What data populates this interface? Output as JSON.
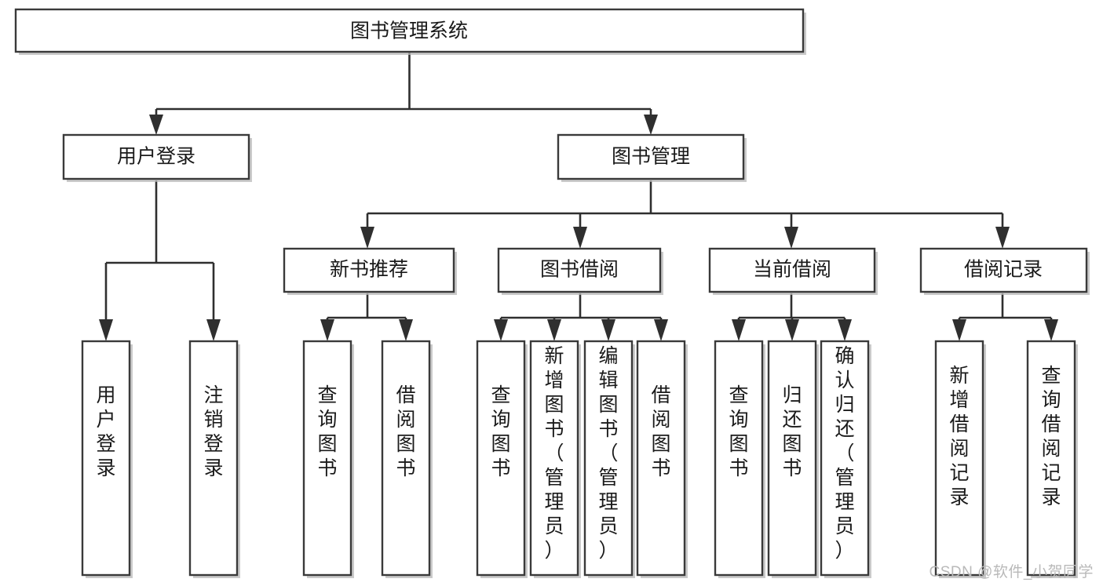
{
  "diagram": {
    "type": "tree",
    "title": "图书管理系统",
    "watermark": "CSDN @软件_小贺同学",
    "colors": {
      "box_stroke": "#3a3a3a",
      "connector": "#2f2f2f",
      "background": "#ffffff",
      "text": "#1a1a1a",
      "watermark": "#b9b9b9"
    },
    "nodes": {
      "root": {
        "label": "图书管理系统",
        "orientation": "horizontal",
        "level": 1
      },
      "l2": [
        {
          "id": "user-login",
          "label": "用户登录",
          "orientation": "horizontal",
          "level": 2
        },
        {
          "id": "book-manage",
          "label": "图书管理",
          "orientation": "horizontal",
          "level": 2
        }
      ],
      "l3": [
        {
          "id": "new-book-recommend",
          "label": "新书推荐",
          "orientation": "horizontal",
          "level": 3,
          "parent": "book-manage"
        },
        {
          "id": "book-borrow",
          "label": "图书借阅",
          "orientation": "horizontal",
          "level": 3,
          "parent": "book-manage"
        },
        {
          "id": "current-borrow",
          "label": "当前借阅",
          "orientation": "horizontal",
          "level": 3,
          "parent": "book-manage"
        },
        {
          "id": "borrow-record",
          "label": "借阅记录",
          "orientation": "horizontal",
          "level": 3,
          "parent": "book-manage"
        }
      ],
      "leaves": [
        {
          "id": "leaf-user-login",
          "label": "用户登录",
          "orientation": "vertical",
          "parent": "user-login"
        },
        {
          "id": "leaf-user-logout",
          "label": "注销登录",
          "orientation": "vertical",
          "parent": "user-login"
        },
        {
          "id": "leaf-query-book-1",
          "label": "查询图书",
          "orientation": "vertical",
          "parent": "new-book-recommend"
        },
        {
          "id": "leaf-borrow-book-1",
          "label": "借阅图书",
          "orientation": "vertical",
          "parent": "new-book-recommend"
        },
        {
          "id": "leaf-query-book-2",
          "label": "查询图书",
          "orientation": "vertical",
          "parent": "book-borrow"
        },
        {
          "id": "leaf-add-book",
          "label": "新增图书（管理员）",
          "orientation": "vertical",
          "parent": "book-borrow"
        },
        {
          "id": "leaf-edit-book",
          "label": "编辑图书（管理员）",
          "orientation": "vertical",
          "parent": "book-borrow"
        },
        {
          "id": "leaf-borrow-book-2",
          "label": "借阅图书",
          "orientation": "vertical",
          "parent": "book-borrow"
        },
        {
          "id": "leaf-query-book-3",
          "label": "查询图书",
          "orientation": "vertical",
          "parent": "current-borrow"
        },
        {
          "id": "leaf-return-book",
          "label": "归还图书",
          "orientation": "vertical",
          "parent": "current-borrow"
        },
        {
          "id": "leaf-confirm-return",
          "label": "确认归还（管理员）",
          "orientation": "vertical",
          "parent": "current-borrow"
        },
        {
          "id": "leaf-add-record",
          "label": "新增借阅记录",
          "orientation": "vertical",
          "parent": "borrow-record"
        },
        {
          "id": "leaf-query-record",
          "label": "查询借阅记录",
          "orientation": "vertical",
          "parent": "borrow-record"
        }
      ]
    }
  }
}
